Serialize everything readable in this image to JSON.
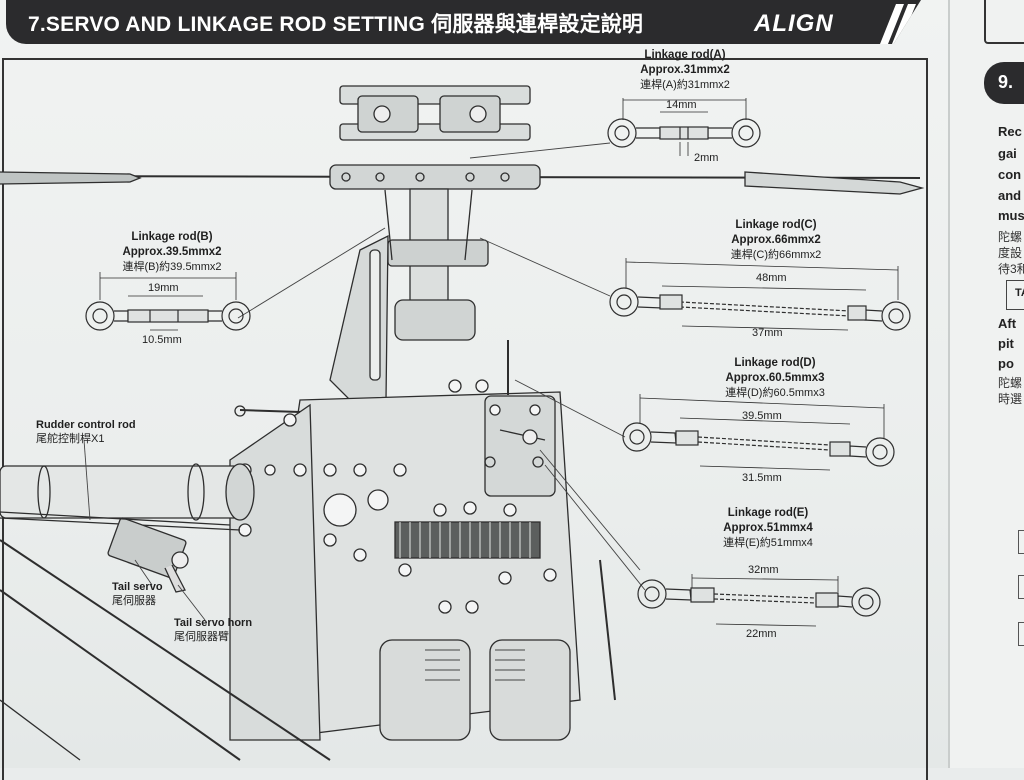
{
  "header": {
    "title": "7.SERVO AND LINKAGE ROD SETTING 伺服器與連桿設定說明",
    "brand": "ALIGN"
  },
  "rods": [
    {
      "id": "A",
      "name": "Linkage rod(A)",
      "approx": "Approx.31mmx2",
      "cn": "連桿(A)約31mmx2",
      "dims": [
        "14mm",
        "2mm"
      ]
    },
    {
      "id": "B",
      "name": "Linkage rod(B)",
      "approx": "Approx.39.5mmx2",
      "cn": "連桿(B)約39.5mmx2",
      "dims": [
        "19mm",
        "10.5mm"
      ]
    },
    {
      "id": "C",
      "name": "Linkage rod(C)",
      "approx": "Approx.66mmx2",
      "cn": "連桿(C)約66mmx2",
      "dims": [
        "48mm",
        "37mm"
      ]
    },
    {
      "id": "D",
      "name": "Linkage rod(D)",
      "approx": "Approx.60.5mmx3",
      "cn": "連桿(D)約60.5mmx3",
      "dims": [
        "39.5mm",
        "31.5mm"
      ]
    },
    {
      "id": "E",
      "name": "Linkage rod(E)",
      "approx": "Approx.51mmx4",
      "cn": "連桿(E)約51mmx4",
      "dims": [
        "32mm",
        "22mm"
      ]
    }
  ],
  "parts": {
    "rudder_rod": {
      "en": "Rudder control rod",
      "cn": "尾舵控制桿X1"
    },
    "tail_servo": {
      "en": "Tail servo",
      "cn": "尾伺服器"
    },
    "tail_servo_horn": {
      "en": "Tail servo horn",
      "cn": "尾伺服器臂"
    }
  },
  "right_page": {
    "section": "9.",
    "lines": [
      "Rec",
      "gai",
      "con",
      "and",
      "mus"
    ],
    "cn_lines": [
      "陀螺",
      "度設",
      "待3和"
    ],
    "box_label": "TA",
    "lines2": [
      "Aft",
      "pit",
      "po"
    ],
    "cn_lines2": [
      "陀螺",
      "時選"
    ]
  },
  "colors": {
    "header_bg": "#2b2b2d",
    "header_text": "#ffffff",
    "ink": "#1f1f1f"
  }
}
